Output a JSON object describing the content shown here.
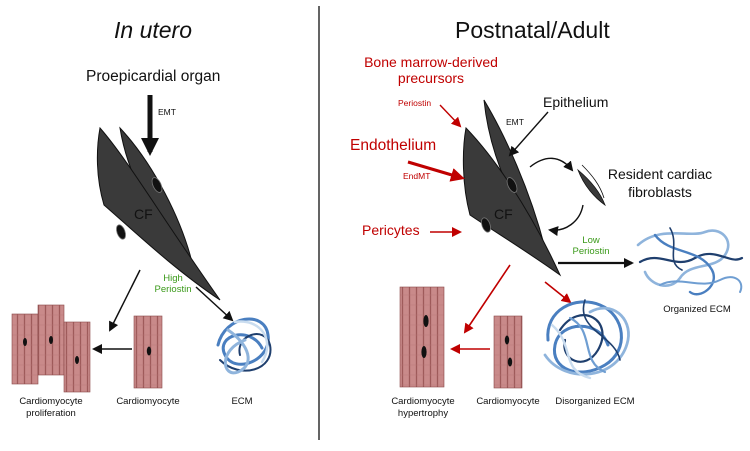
{
  "left_panel": {
    "title": "In utero",
    "source": "Proepicardial organ",
    "arrow_label": "EMT",
    "cell_label": "CF",
    "periostin_line1": "High",
    "periostin_line2": "Periostin",
    "outcome1_line1": "Cardiomyocyte",
    "outcome1_line2": "proliferation",
    "outcome2": "Cardiomyocyte",
    "outcome3": "ECM"
  },
  "right_panel": {
    "title": "Postnatal/Adult",
    "source_bone_line1": "Bone marrow-derived",
    "source_bone_line2": "precursors",
    "bone_arrow_label": "Periostin",
    "source_epithelium": "Epithelium",
    "epithelium_arrow_label": "EMT",
    "source_endothelium": "Endothelium",
    "endothelium_arrow_label": "EndMT",
    "source_pericytes": "Pericytes",
    "resident_line1": "Resident cardiac",
    "resident_line2": "fibroblasts",
    "cell_label": "CF",
    "periostin_line1": "Low",
    "periostin_line2": "Periostin",
    "outcome_organized": "Organized ECM",
    "outcome_hypertrophy_line1": "Cardiomyocyte",
    "outcome_hypertrophy_line2": "hypertrophy",
    "outcome_cardiomyocyte": "Cardiomyocyte",
    "outcome_disorganized": "Disorganized ECM"
  },
  "colors": {
    "black_arrow": "#111111",
    "red_arrow": "#c00000",
    "green_text": "#3b9a1a",
    "fibroblast_fill": "#3a3a3a",
    "muscle_fill": "#c98a8a",
    "muscle_stripe": "#9e5a5a",
    "ecm_light": "#8fb4dc",
    "ecm_mid": "#4a7fc0",
    "ecm_dark": "#1f3f6e"
  }
}
